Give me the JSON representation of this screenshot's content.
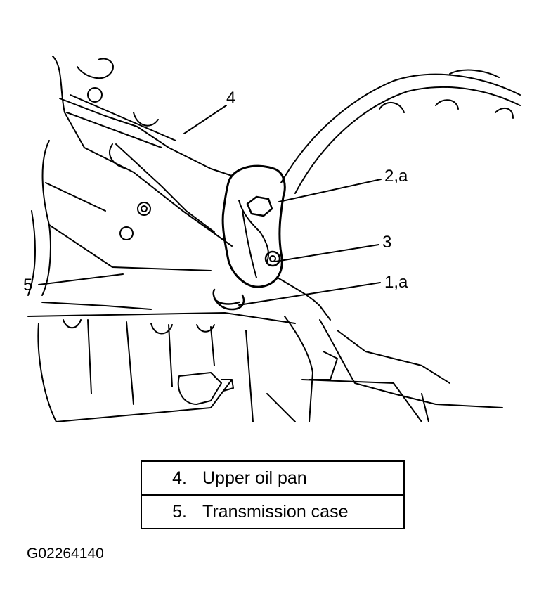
{
  "callouts": {
    "c4": "4",
    "c2a": "2,a",
    "c3": "3",
    "c5": "5",
    "c1a": "1,a"
  },
  "legend": [
    {
      "num": "4.",
      "label": "Upper oil pan"
    },
    {
      "num": "5.",
      "label": "Transmission case"
    }
  ],
  "figure_id": "G02264140"
}
